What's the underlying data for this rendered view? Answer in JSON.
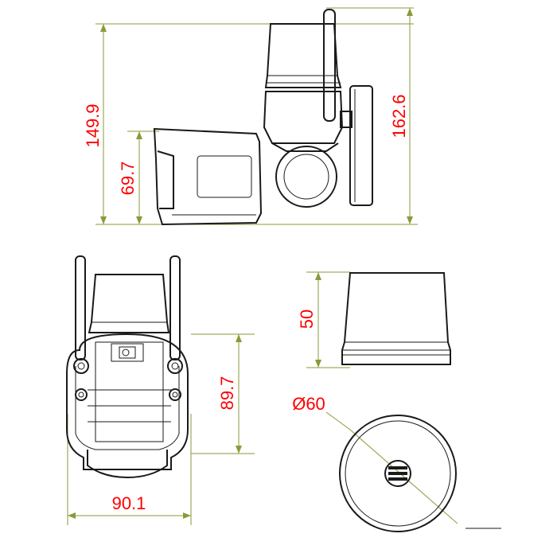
{
  "colors": {
    "dimension_text": "#ff0000",
    "dimension_line": "#8a9a3a",
    "outline": "#1a1a1a",
    "background": "#ffffff"
  },
  "dimensions": {
    "side_total_height": "149.9",
    "side_lens_height": "69.7",
    "side_overall_height": "162.6",
    "back_width": "90.1",
    "back_mount_height": "89.7",
    "cap_height": "50",
    "cap_diameter": "Ø60"
  },
  "views": {
    "side": "side-view",
    "back": "back-view",
    "cap_side": "cap-side-view",
    "cap_top": "cap-top-view"
  }
}
